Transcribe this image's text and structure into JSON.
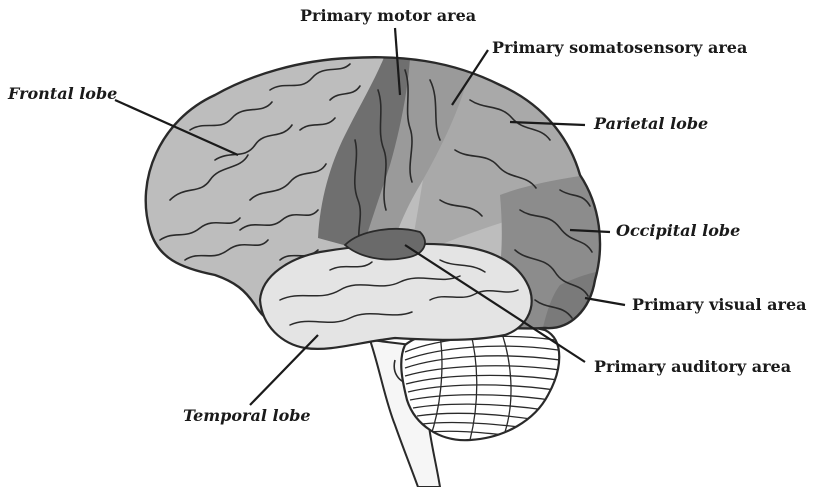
{
  "labels": {
    "primary_motor_area": "Primary motor area",
    "primary_somatosensory_area": "Primary somatosensory area",
    "frontal_lobe": "Frontal lobe",
    "parietal_lobe": "Parietal lobe",
    "occipital_lobe": "Occipital lobe",
    "primary_visual_area": "Primary visual area",
    "primary_auditory_area": "Primary auditory area",
    "temporal_lobe": "Temporal lobe"
  },
  "colors": {
    "frontal": "#bdbdbd",
    "motor": "#6f6f6f",
    "somatosensory": "#9a9a9a",
    "parietal": "#a9a9a9",
    "occipital": "#8c8c8c",
    "temporal": "#e4e4e4",
    "auditory": "#6a6a6a",
    "cerebellum": "#ffffff",
    "outline": "#2a2a2a"
  }
}
